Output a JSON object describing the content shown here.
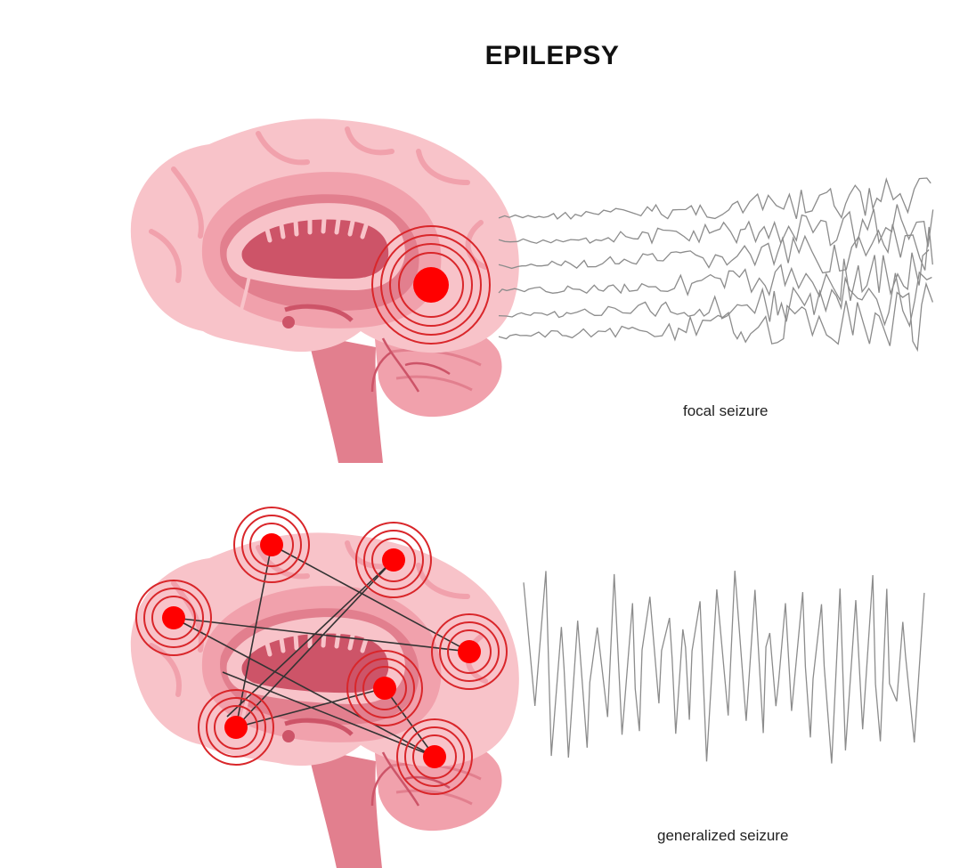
{
  "title": "EPILEPSY",
  "panels": {
    "focal": {
      "caption": "focal seizure"
    },
    "generalized": {
      "caption": "generalized seizure"
    }
  },
  "colors": {
    "brain_light": "#f8c3c9",
    "brain_mid": "#f1a1ac",
    "brain_deep": "#e27f8e",
    "brain_dark": "#cd5468",
    "seizure_red": "#ff0000",
    "ring_red": "#d9262a",
    "wave_gray": "#8c8c8c",
    "link_dark": "#333333"
  }
}
